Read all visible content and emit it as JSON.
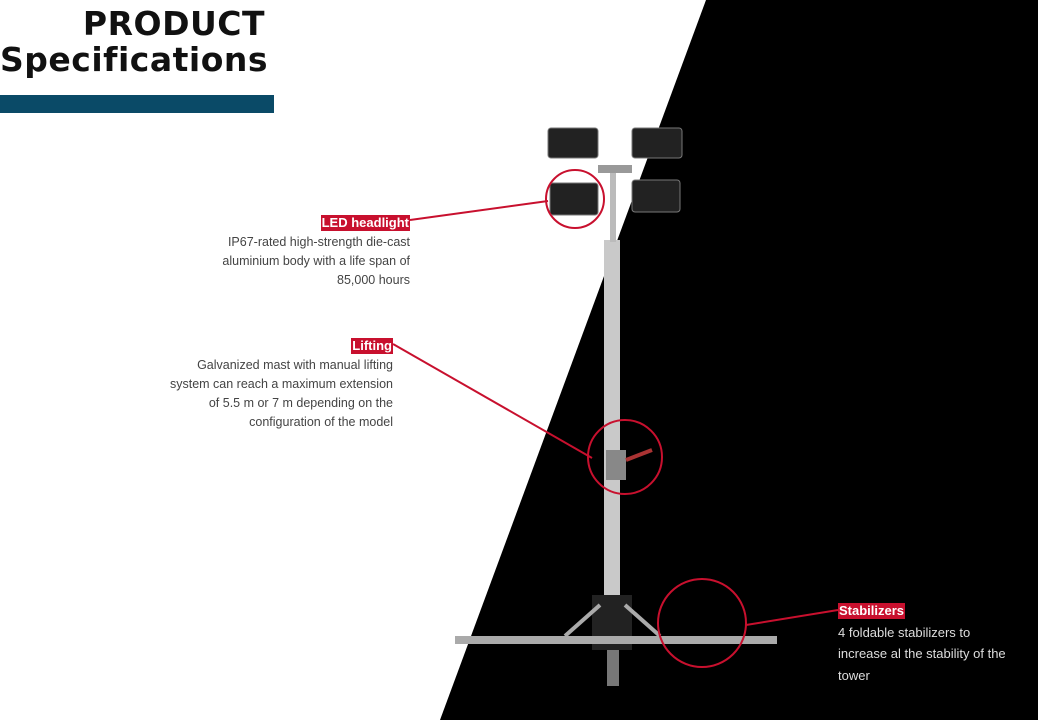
{
  "header": {
    "title_line1": "PRODUCT",
    "title_line2": "Specifications"
  },
  "colors": {
    "accent": "#c8102e",
    "bar": "#0a4a67"
  },
  "specs": [
    {
      "label": "LED headlight",
      "lines": [
        "IP67-rated high-strength die-cast",
        "aluminium body with a life span of",
        "85,000 hours"
      ]
    },
    {
      "label": "Lifting",
      "lines": [
        "Galvanized mast with manual lifting",
        "system can reach a maximum extension",
        "of 5.5 m or 7 m depending on the",
        "configuration of the model"
      ]
    },
    {
      "label": "Stabilizers",
      "lines": [
        "4 foldable stabilizers to",
        "increase al the stability of the",
        "tower"
      ]
    }
  ]
}
